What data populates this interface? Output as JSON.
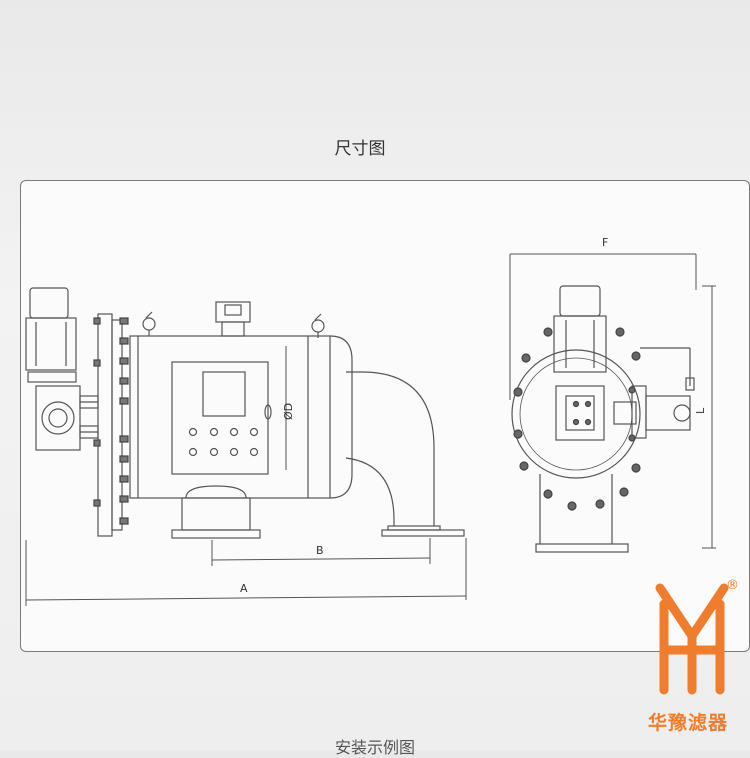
{
  "page": {
    "title": "尺寸图",
    "bottom_text": "安装示例图"
  },
  "dimensions": {
    "a": "A",
    "b": "B",
    "d": "ØD",
    "f": "F",
    "l": "L"
  },
  "logo": {
    "brand_text": "华豫滤器",
    "registered": "®",
    "color": "#f07c2e"
  },
  "colors": {
    "line": "#555555",
    "panel_border": "#7a7a7a"
  }
}
